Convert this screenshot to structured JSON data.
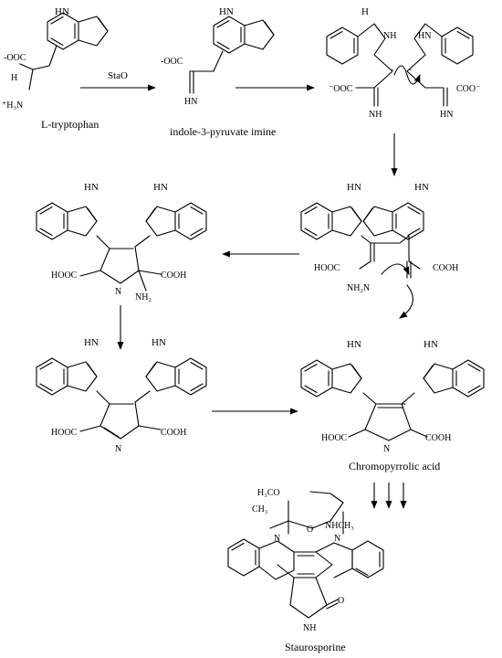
{
  "captions": {
    "tryptophan": "L-tryptophan",
    "imine": "indole-3-pyruvate imine",
    "chromopyrrolic": "Chromopyrrolic acid",
    "staurosporine": "Staurosporine"
  },
  "reagents": {
    "step1": "StaO"
  },
  "atoms": {
    "hn": "HN",
    "nh": "NH",
    "h": "H",
    "n": "N",
    "carboxylate_left": "⁻OOC",
    "carboxylate_right": "COO⁻",
    "carboxylate_l_plain": "-OOC",
    "cooh": "COOH",
    "hooc": "HOOC",
    "nh2": "NH₂",
    "nh2_iminium": "NH₂N",
    "h3n": "⁺H₃N",
    "h2": "H",
    "oxo": "O",
    "methoxy": "H₃CO",
    "methyl": "CH₃",
    "nhch3": "NHCH₃",
    "ring_o": "O",
    "radical": "·"
  }
}
